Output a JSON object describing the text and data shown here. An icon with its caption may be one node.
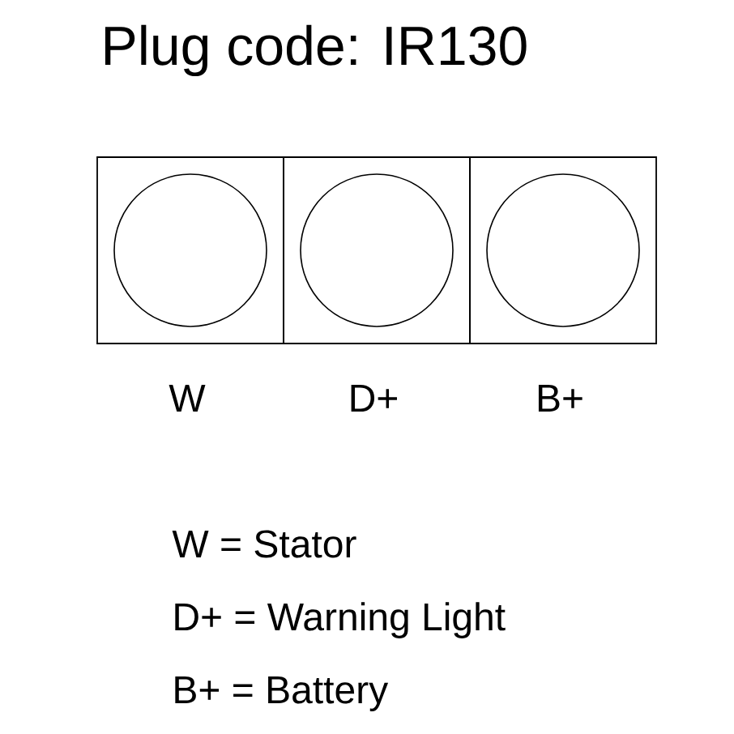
{
  "diagram": {
    "title": "Plug code: IR130",
    "nodes": [
      {
        "text": [],
        "shape": "box",
        "beside": [
          "W"
        ]
      },
      {
        "text": [],
        "shape": "circle",
        "in": 0
      },
      {
        "text": [],
        "shape": "box",
        "beside": [
          "D+"
        ]
      },
      {
        "text": [],
        "shape": "circle",
        "in": 2
      },
      {
        "text": [],
        "shape": "box",
        "beside": [
          "B+"
        ]
      },
      {
        "text": [],
        "shape": "circle",
        "in": 4
      }
    ],
    "labels": [
      "W = Stator",
      "D+ = Warning Light",
      "B+ = Battery"
    ]
  }
}
